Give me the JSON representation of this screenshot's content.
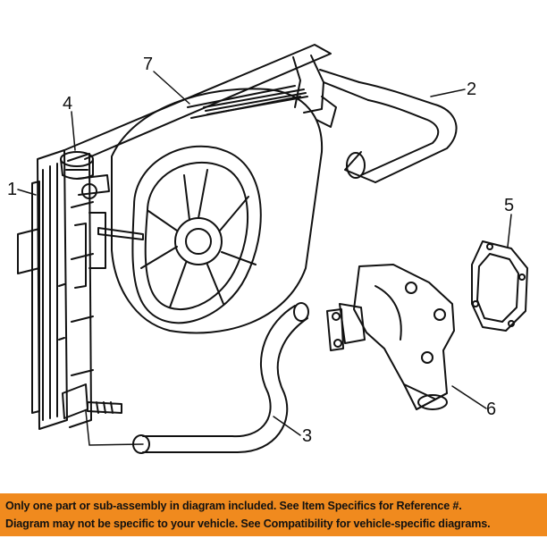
{
  "callouts": {
    "c1": "1",
    "c2": "2",
    "c3": "3",
    "c4": "4",
    "c5": "5",
    "c6": "6",
    "c7": "7"
  },
  "banner": {
    "line1": "Only one part or sub-assembly in diagram included. See Item Specifics for Reference #.",
    "line2": "Diagram may not be specific to your vehicle. See Compatibility for vehicle-specific diagrams."
  },
  "colors": {
    "banner_background": "#f08a1e",
    "line_art": "#111111"
  }
}
